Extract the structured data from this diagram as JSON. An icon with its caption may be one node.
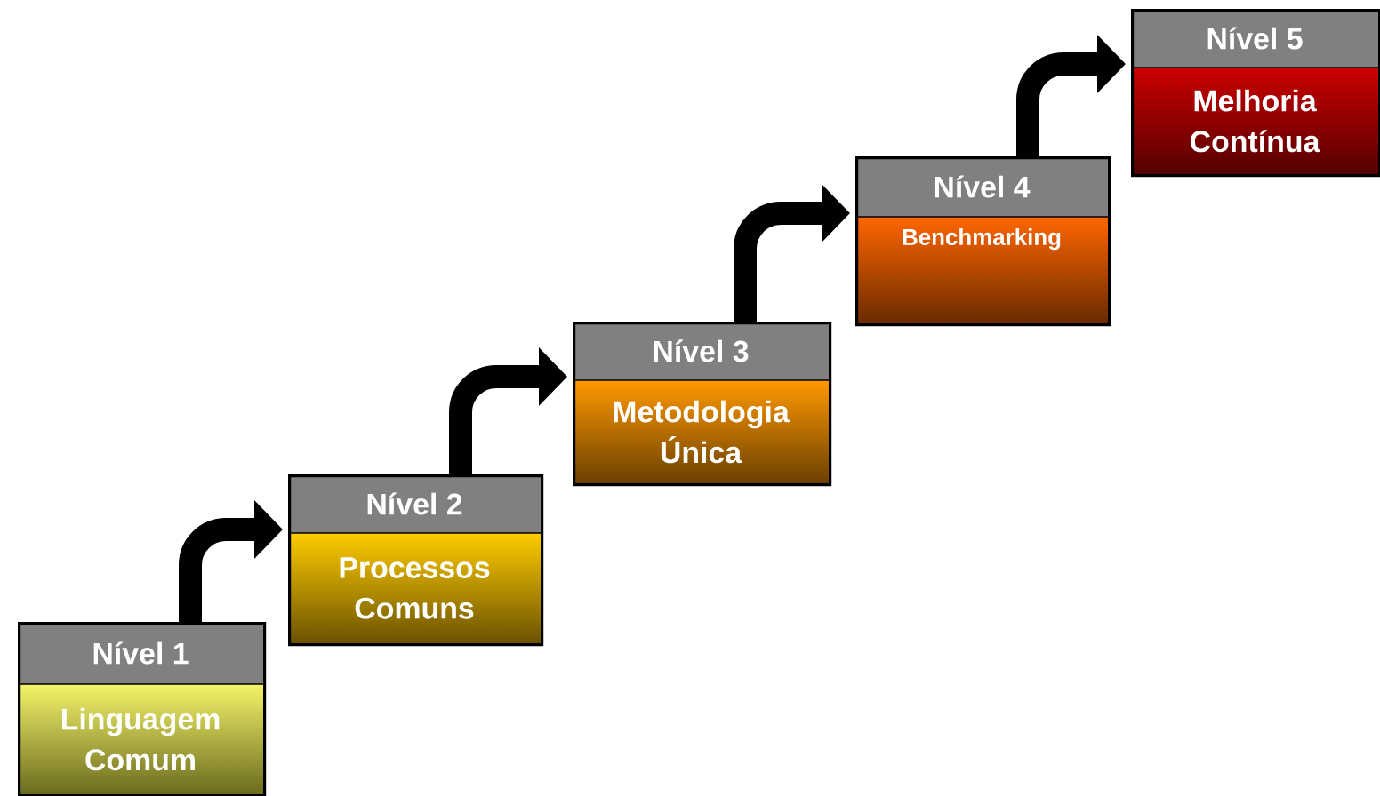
{
  "diagram": {
    "nodes": [
      {
        "text": [
          "Nível 1",
          "Linguagem Comum"
        ]
      },
      {
        "text": [
          "Nível 2",
          "Processos Comuns"
        ]
      },
      {
        "text": [
          "Nível 3",
          "Metodologia Única"
        ]
      },
      {
        "text": [
          "Nível 4",
          "Benchmarking"
        ]
      },
      {
        "text": [
          "Nível 5",
          "Melhoria Contínua"
        ]
      }
    ],
    "edges": [
      {
        "from": 0,
        "to": 1,
        "arrow": "to"
      },
      {
        "from": 1,
        "to": 2,
        "arrow": "to"
      },
      {
        "from": 2,
        "to": 3,
        "arrow": "to"
      },
      {
        "from": 3,
        "to": 4,
        "arrow": "to"
      }
    ]
  }
}
